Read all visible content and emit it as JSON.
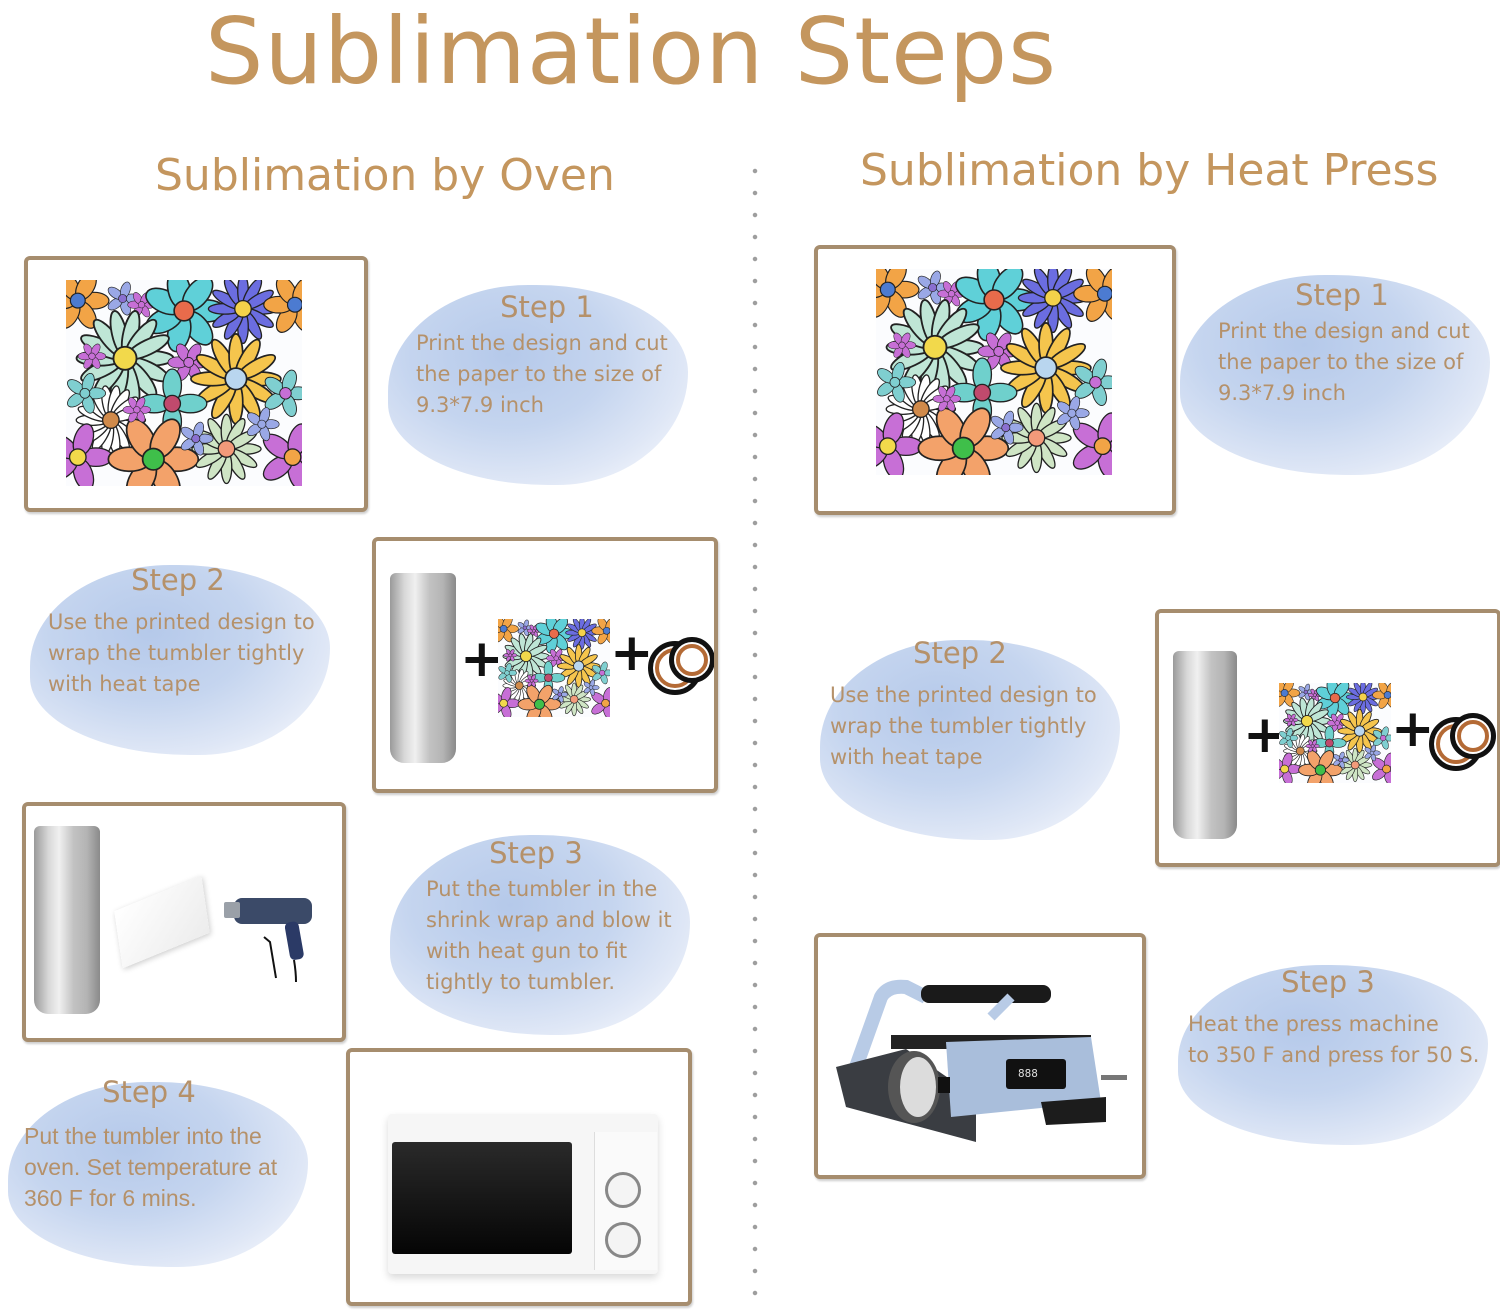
{
  "title": "Sublimation Steps",
  "oven": {
    "heading": "Sublimation by Oven",
    "steps": [
      {
        "label": "Step 1",
        "text": "Print the design and cut\nthe paper to the size of\n9.3*7.9 inch",
        "image": "floral-design-print"
      },
      {
        "label": "Step 2",
        "text": "Use the printed design to\nwrap the tumbler tightly\nwith heat tape",
        "image": "tumbler-plus-design-plus-heat-tape"
      },
      {
        "label": "Step 3",
        "text": "Put the tumbler in the\nshrink wrap and blow it\nwith heat gun to fit\ntightly to tumbler.",
        "image": "tumbler-shrink-wrap-heat-gun"
      },
      {
        "label": "Step 4",
        "text": "Put the tumbler into the\noven. Set temperature at\n360 F for 6 mins.",
        "image": "oven"
      }
    ]
  },
  "press": {
    "heading": "Sublimation by Heat Press",
    "steps": [
      {
        "label": "Step 1",
        "text": "Print the design and cut\nthe paper to the size of\n9.3*7.9 inch",
        "image": "floral-design-print"
      },
      {
        "label": "Step 2",
        "text": "Use the printed design to\nwrap the tumbler tightly\nwith heat tape",
        "image": "tumbler-plus-design-plus-heat-tape"
      },
      {
        "label": "Step 3",
        "text": "Heat the press machine\nto 350 F  and press for 50 S.",
        "image": "tumbler-heat-press-machine"
      }
    ]
  },
  "symbols": {
    "plus": "+",
    "press_display": "888"
  },
  "colors": {
    "heading": "#c4965e",
    "step_text": "#b5916a",
    "frame_border": "#a68d6e",
    "blob": "#c5d5ef"
  }
}
